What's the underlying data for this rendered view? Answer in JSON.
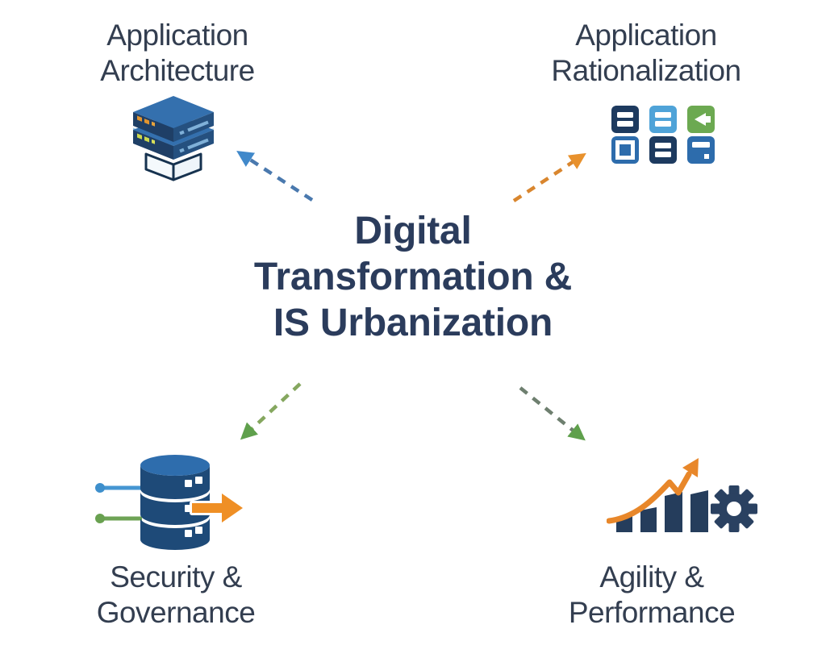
{
  "title": {
    "line1": "Digital",
    "line2": "Transformation &",
    "line3": "IS Urbanization"
  },
  "nodes": {
    "application_architecture": {
      "line1": "Application",
      "line2": "Architecture",
      "icon": "server-stack-icon"
    },
    "application_rationalization": {
      "line1": "Application",
      "line2": "Rationalization",
      "icon": "app-grid-icon"
    },
    "security_governance": {
      "line1": "Security &",
      "line2": "Governance",
      "icon": "database-flow-icon"
    },
    "agility_performance": {
      "line1": "Agility &",
      "line2": "Performance",
      "icon": "growth-chart-gear-icon"
    }
  },
  "colors": {
    "background": "#ffffff",
    "title_text": "#2b3c5c",
    "label_text": "#333e50",
    "arrow_blue": "#4a79ae",
    "arrow_blue_head": "#4189ca",
    "arrow_orange": "#d9862e",
    "arrow_orange_head": "#e8912d",
    "arrow_green_dash_left": "#85a75f",
    "arrow_green_dash_right": "#6e7f6f",
    "arrow_green_head": "#5fa04c",
    "icon_navy": "#1d3a5f",
    "icon_medium_blue": "#2d6cac",
    "icon_light_blue": "#4fa3d8",
    "icon_green": "#6ca951",
    "icon_orange": "#ef8f25",
    "icon_bar_navy": "#253d5c"
  }
}
